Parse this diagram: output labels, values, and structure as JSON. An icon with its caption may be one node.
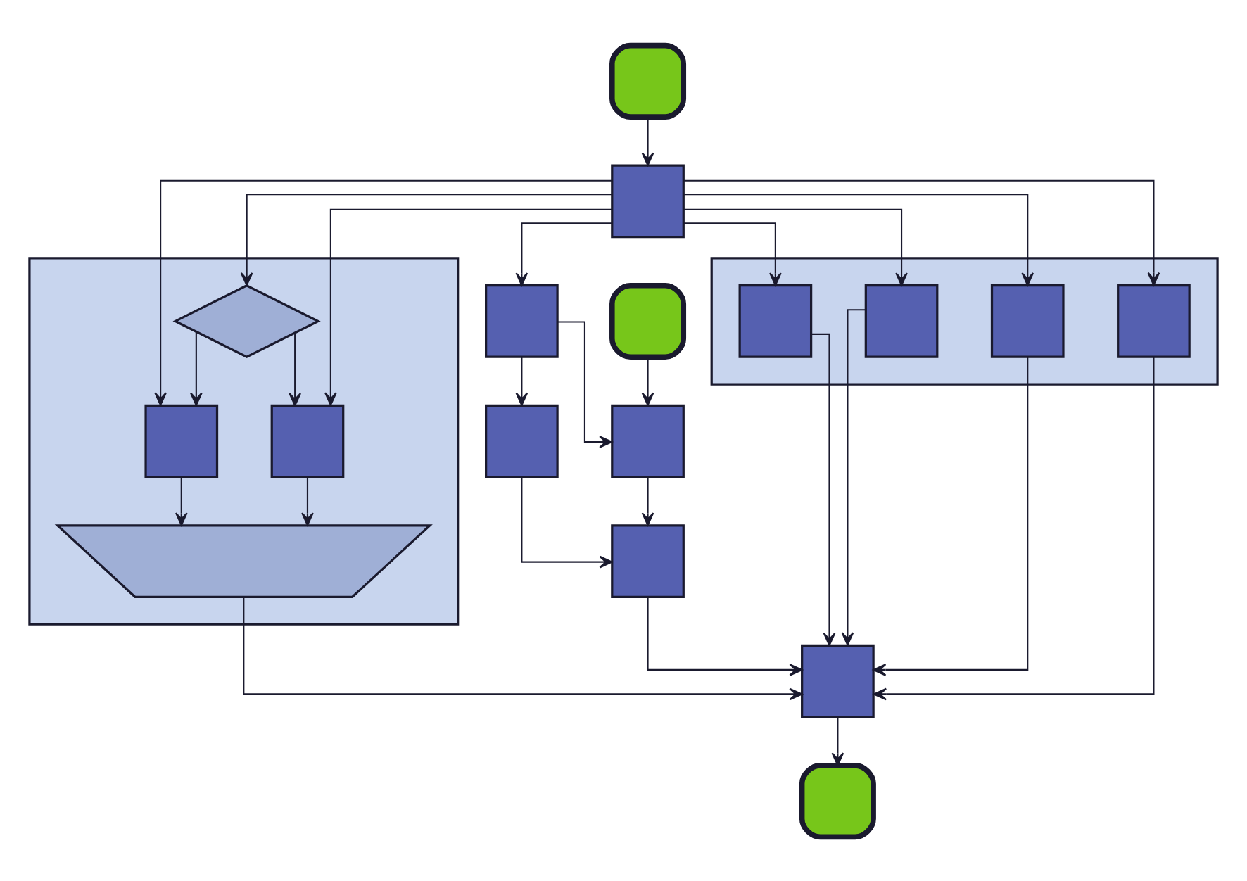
{
  "diagram": {
    "nodes": [
      {
        "text": [],
        "shape": "terminal"
      },
      {
        "text": [],
        "shape": "box"
      },
      {
        "text": [],
        "shape": "box"
      },
      {
        "text": [],
        "shape": "terminal"
      },
      {
        "text": [],
        "shape": "box"
      },
      {
        "text": [],
        "shape": "box"
      },
      {
        "text": [],
        "shape": "box"
      },
      {
        "text": [],
        "shape": "panel"
      },
      {
        "text": [],
        "shape": "box",
        "in": 7
      },
      {
        "text": [],
        "shape": "diamond",
        "in": 7
      },
      {
        "text": [],
        "shape": "box",
        "in": 7
      },
      {
        "text": [],
        "shape": "trapezium",
        "in": 7
      },
      {
        "text": [],
        "shape": "panel"
      },
      {
        "text": [],
        "shape": "box",
        "in": 12
      },
      {
        "text": [],
        "shape": "box",
        "in": 12
      },
      {
        "text": [],
        "shape": "box",
        "in": 12
      },
      {
        "text": [],
        "shape": "box",
        "in": 12
      },
      {
        "text": [],
        "shape": "box"
      },
      {
        "text": [],
        "shape": "terminal"
      }
    ],
    "edges": [
      {
        "from": 0,
        "to": 1,
        "arrow": "to"
      },
      {
        "from": 1,
        "to": 2,
        "arrow": "to"
      },
      {
        "from": 1,
        "to": 8,
        "arrow": "to"
      },
      {
        "from": 1,
        "to": 9,
        "arrow": "to"
      },
      {
        "from": 1,
        "to": 10,
        "arrow": "to"
      },
      {
        "from": 1,
        "to": 13,
        "arrow": "to"
      },
      {
        "from": 1,
        "to": 14,
        "arrow": "to"
      },
      {
        "from": 1,
        "to": 15,
        "arrow": "to"
      },
      {
        "from": 1,
        "to": 16,
        "arrow": "to"
      },
      {
        "from": 2,
        "to": 4,
        "arrow": "to"
      },
      {
        "from": 2,
        "to": 5,
        "arrow": "to"
      },
      {
        "from": 3,
        "to": 4,
        "arrow": "to"
      },
      {
        "from": 4,
        "to": 6,
        "arrow": "to"
      },
      {
        "from": 5,
        "to": 6,
        "arrow": "to"
      },
      {
        "from": 9,
        "to": 8,
        "arrow": "to"
      },
      {
        "from": 9,
        "to": 10,
        "arrow": "to"
      },
      {
        "from": 8,
        "to": 11,
        "arrow": "to"
      },
      {
        "from": 10,
        "to": 11,
        "arrow": "to"
      },
      {
        "from": 6,
        "to": 17,
        "arrow": "to"
      },
      {
        "from": 11,
        "to": 17,
        "arrow": "to"
      },
      {
        "from": 13,
        "to": 17,
        "arrow": "to"
      },
      {
        "from": 14,
        "to": 17,
        "arrow": "to"
      },
      {
        "from": 15,
        "to": 17,
        "arrow": "to"
      },
      {
        "from": 16,
        "to": 17,
        "arrow": "to"
      },
      {
        "from": 17,
        "to": 18,
        "arrow": "to"
      }
    ]
  }
}
